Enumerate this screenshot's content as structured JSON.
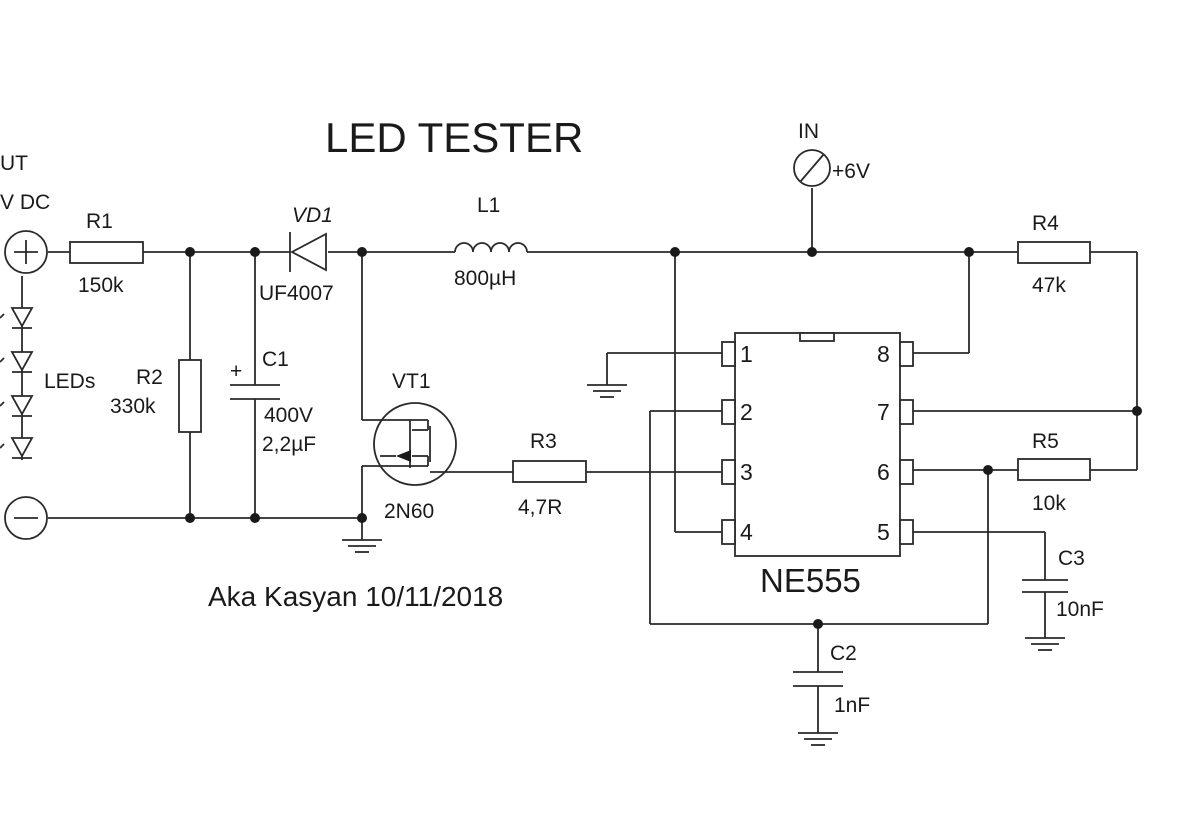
{
  "title": "LED  TESTER",
  "credit": "Aka Kasyan 10/11/2018",
  "output": {
    "label_1": "UT",
    "label_2": "V DC",
    "leds_label": "LEDs"
  },
  "input": {
    "label": "IN",
    "voltage": "+6V"
  },
  "components": {
    "R1": {
      "ref": "R1",
      "value": "150k"
    },
    "R2": {
      "ref": "R2",
      "value": "330k"
    },
    "R3": {
      "ref": "R3",
      "value": "4,7R"
    },
    "R4": {
      "ref": "R4",
      "value": "47k"
    },
    "R5": {
      "ref": "R5",
      "value": "10k"
    },
    "C1": {
      "ref": "C1",
      "plus": "+",
      "value_1": "400V",
      "value_2": "2,2µF"
    },
    "C2": {
      "ref": "C2",
      "value": "1nF"
    },
    "C3": {
      "ref": "C3",
      "value": "10nF"
    },
    "VD1": {
      "ref": "VD1",
      "value": "UF4007"
    },
    "L1": {
      "ref": "L1",
      "value": "800µH"
    },
    "VT1": {
      "ref": "VT1",
      "value": "2N60"
    },
    "U1": {
      "name": "NE555",
      "pins": [
        "1",
        "2",
        "3",
        "4",
        "5",
        "6",
        "7",
        "8"
      ]
    }
  }
}
